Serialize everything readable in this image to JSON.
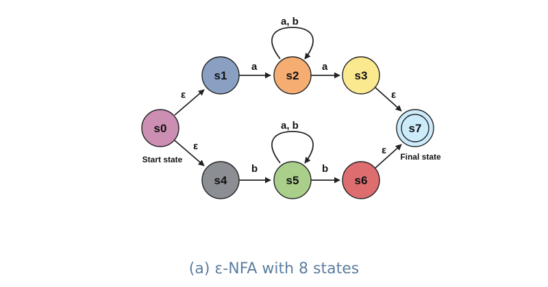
{
  "states": {
    "s0": {
      "label": "s0",
      "color": "#cc8eb2"
    },
    "s1": {
      "label": "s1",
      "color": "#8aa0c3"
    },
    "s2": {
      "label": "s2",
      "color": "#f5ad72"
    },
    "s3": {
      "label": "s3",
      "color": "#fbe98f"
    },
    "s4": {
      "label": "s4",
      "color": "#8b8e92"
    },
    "s5": {
      "label": "s5",
      "color": "#a9cf8b"
    },
    "s6": {
      "label": "s6",
      "color": "#dd6d6f"
    },
    "s7": {
      "label": "s7",
      "color": "#ccecfb",
      "ring_color": "#ccecfb"
    }
  },
  "transitions": {
    "s0_s1": "ε",
    "s1_s2": "a",
    "s2_s2": "a, b",
    "s2_s3": "a",
    "s3_s7": "ε",
    "s0_s4": "ε",
    "s4_s5": "b",
    "s5_s5": "a, b",
    "s5_s6": "b",
    "s6_s7": "ε"
  },
  "start_label": "Start state",
  "final_label": "Final state",
  "caption": "(a) ε-NFA with 8 states",
  "colors": {
    "stroke": "#222222",
    "caption": "#5b7da0"
  }
}
